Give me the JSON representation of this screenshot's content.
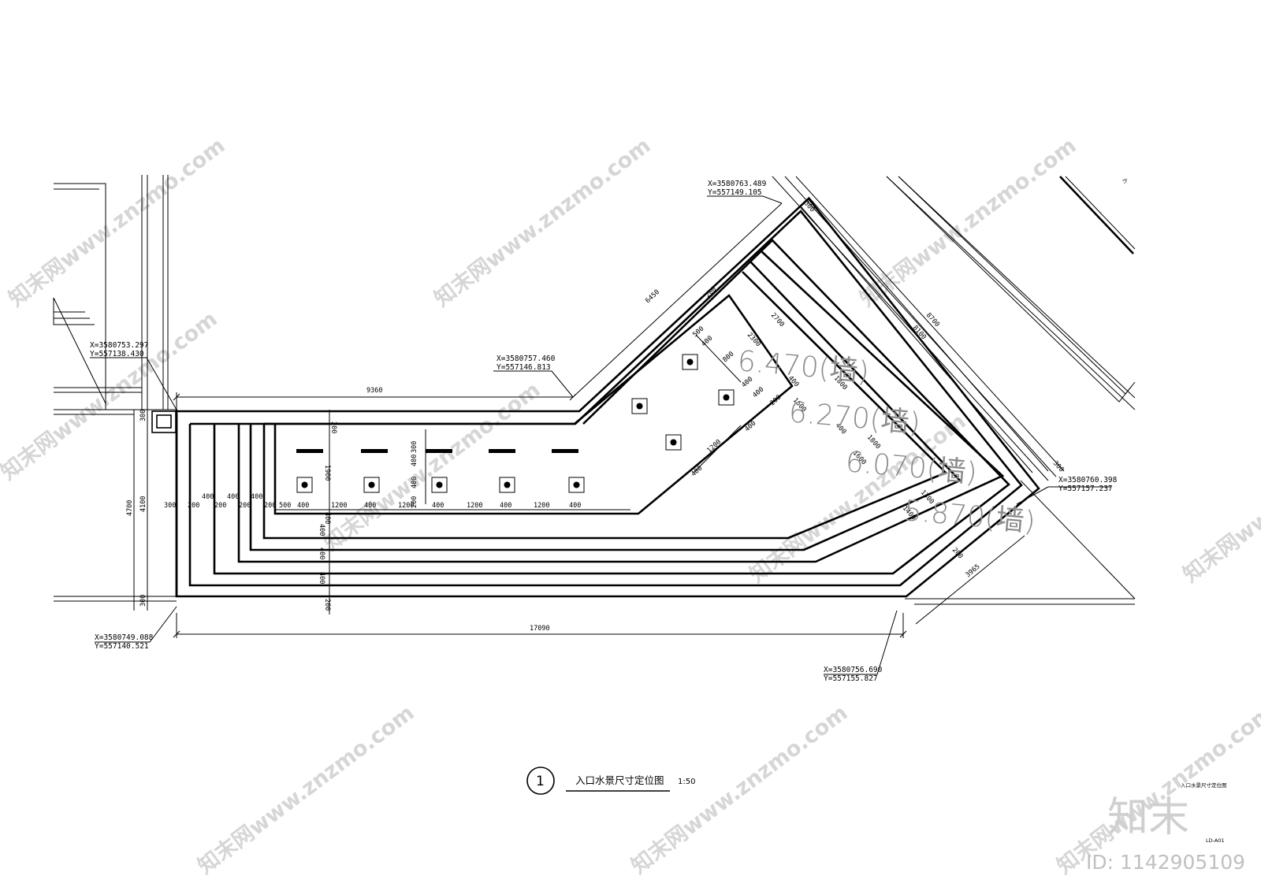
{
  "title": {
    "number": "1",
    "name": "入口水景尺寸定位图",
    "scale": "1:50"
  },
  "sheet": {
    "caption": "入口水景尺寸定位图",
    "code": "LD-A01"
  },
  "brand": {
    "logo_text": "知末",
    "id": "ID: 1142905109",
    "watermark": "知末网www.znzmo.com"
  },
  "coordinates": [
    {
      "x": "X=3580753.297",
      "y": "Y=557138.430"
    },
    {
      "x": "X=3580757.460",
      "y": "Y=557146.813"
    },
    {
      "x": "X=3580763.489",
      "y": "Y=557149.105"
    },
    {
      "x": "X=3580760.398",
      "y": "Y=557157.237"
    },
    {
      "x": "X=3580756.690",
      "y": "Y=557155.827"
    },
    {
      "x": "X=3580749.088",
      "y": "Y=557140.521"
    }
  ],
  "elevations": [
    "6.470(墙)",
    "6.270(墙)",
    "6.070(墙)",
    "5.870(墙)"
  ],
  "dimensions": {
    "top_length": "9360",
    "bottom_length": "17090",
    "diag_outer": "6450",
    "right_outer": "8700",
    "right_inner": "8100",
    "corner_right": "3965",
    "left_outer": "4700",
    "left_inner": "4100",
    "w300": "300",
    "w200": "200",
    "w400": "400",
    "w500": "500",
    "w1200": "1200",
    "w800": "800",
    "w1900": "1900",
    "w2300": "2300",
    "w2700": "2700",
    "w1600": "1600",
    "w1800": "1800",
    "w1400": "1400",
    "w1300": "1300"
  }
}
